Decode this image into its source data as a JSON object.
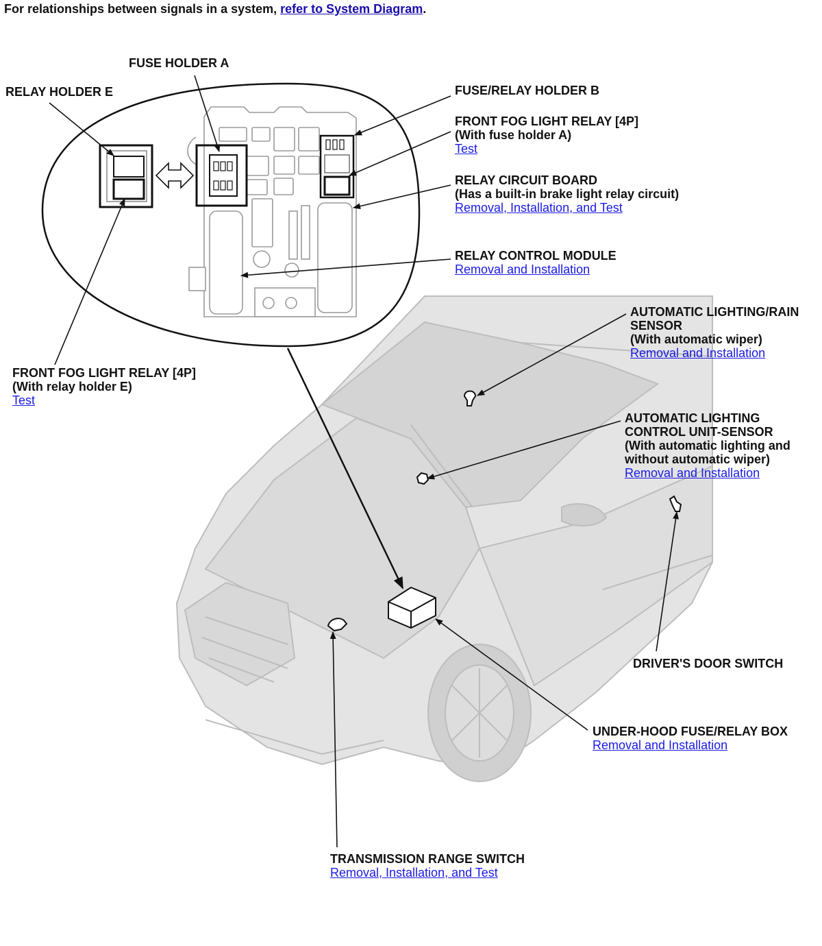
{
  "intro": {
    "prefix": "For relationships between signals in a system, ",
    "link": "refer to System Diagram",
    "suffix": "."
  },
  "labels": {
    "fuse_holder_a": {
      "title": "FUSE HOLDER A"
    },
    "relay_holder_e": {
      "title": "RELAY HOLDER E"
    },
    "fuse_relay_holder_b": {
      "title": "FUSE/RELAY HOLDER B"
    },
    "front_fog_relay_a": {
      "title": "FRONT FOG LIGHT RELAY [4P]",
      "note": "(With fuse holder A)",
      "link": "Test"
    },
    "relay_circuit_board": {
      "title": "RELAY CIRCUIT BOARD",
      "note": "(Has a built-in brake light relay circuit)",
      "link": "Removal, Installation, and Test"
    },
    "relay_control_module": {
      "title": "RELAY CONTROL MODULE",
      "link": "Removal and Installation"
    },
    "auto_lighting_rain_sensor": {
      "title1": "AUTOMATIC LIGHTING/RAIN",
      "title2": "SENSOR",
      "note": "(With automatic wiper)",
      "link": "Removal and Installation"
    },
    "front_fog_relay_e": {
      "title": "FRONT FOG LIGHT RELAY [4P]",
      "note": "(With relay holder E)",
      "link": "Test"
    },
    "auto_lighting_control_unit": {
      "title1": "AUTOMATIC LIGHTING",
      "title2": "CONTROL UNIT-SENSOR",
      "note1": "(With automatic lighting and",
      "note2": "without automatic wiper)",
      "link": "Removal and Installation"
    },
    "drivers_door_switch": {
      "title": "DRIVER'S DOOR SWITCH"
    },
    "under_hood_box": {
      "title": "UNDER-HOOD FUSE/RELAY BOX",
      "link": "Removal and Installation"
    },
    "transmission_range_switch": {
      "title": "TRANSMISSION RANGE SWITCH",
      "link": "Removal, Installation, and Test"
    }
  },
  "colors": {
    "link": "#1a1ae6",
    "car_fill": "#e4e4e4",
    "car_line": "#b8b8b8",
    "ink": "#111111"
  }
}
